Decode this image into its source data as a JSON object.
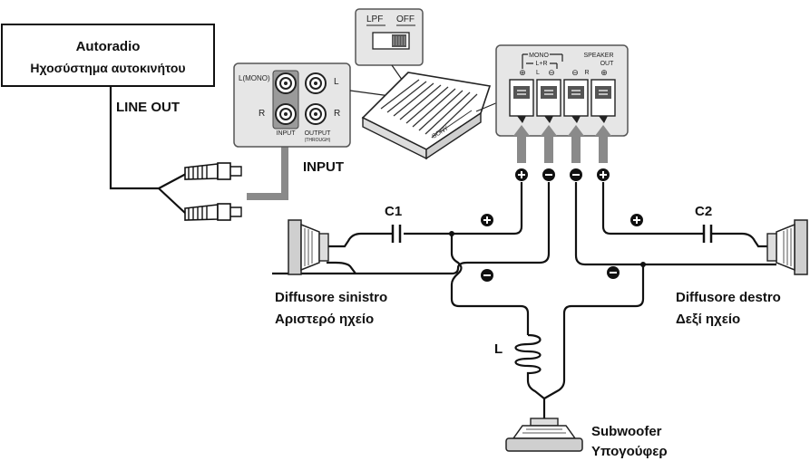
{
  "radio": {
    "line1": "Autoradio",
    "line2": "Ηχοσύστημα αυτοκινήτου",
    "line_out": "LINE OUT"
  },
  "input_panel": {
    "l_mono": "L(MONO)",
    "l": "L",
    "r_left": "R",
    "r_right": "R",
    "input": "INPUT",
    "output": "OUTPUT",
    "through": "(THROUGH)",
    "input_arrow_label": "INPUT"
  },
  "switch": {
    "lpf": "LPF",
    "off": "OFF"
  },
  "speaker_out": {
    "mono": "MONO",
    "lr": "L+R",
    "speaker": "SPEAKER",
    "out": "OUT",
    "l": "L",
    "r": "R"
  },
  "components": {
    "c1": "C1",
    "c2": "C2",
    "l": "L"
  },
  "speakers": {
    "left_it": "Diffusore sinistro",
    "left_gr": "Αριστερό ηχείο",
    "right_it": "Diffusore destro",
    "right_gr": "Δεξί ηχείο",
    "sub_it": "Subwoofer",
    "sub_gr": "Υπογούφερ"
  },
  "icons": [
    "plus-icon",
    "minus-icon",
    "rca-plug-icon",
    "speaker-icon",
    "amplifier-icon",
    "switch-icon"
  ]
}
